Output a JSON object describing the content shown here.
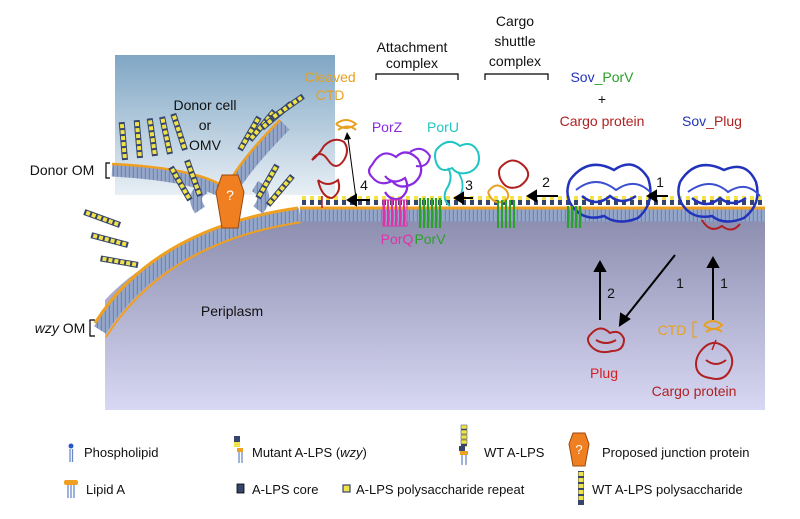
{
  "colors": {
    "membrane": "#7a8fb4",
    "lipid_tail": "#8aa0c8",
    "lipid_head": "#f0a020",
    "lps_repeat": "#f2e24a",
    "lps_core": "#35456c",
    "periplasm_top": "#8e8fb0",
    "periplasm_bottom": "#d8d8f4",
    "donor_top": "#7fa6c4",
    "donor_bottom": "#e6eef4",
    "junction": "#f07f22",
    "sov": "#2233bb",
    "porv": "#2aa02a",
    "cargo": "#b02020",
    "porz": "#8a2be2",
    "poru": "#22c4c4",
    "porq": "#dd33aa",
    "ctd": "#e8a020"
  },
  "labels": {
    "attachment_complex": "Attachment complex",
    "cargo_shuttle_complex": "Cargo shuttle complex",
    "cleaved_ctd": "Cleaved CTD",
    "donor_cell": "Donor cell or OMV",
    "donor_om": "Donor OM",
    "wzy_om_italic": "wzy",
    "wzy_om_rest": " OM",
    "periplasm": "Periplasm",
    "porz": "PorZ",
    "poru": "PorU",
    "porq": "PorQ",
    "porv": "PorV",
    "sov_porv_a": "Sov",
    "sov_porv_b": "_PorV",
    "plus": "+",
    "cargo_protein_top": "Cargo protein",
    "sov_plug_a": "Sov",
    "sov_plug_b": "_Plug",
    "plug": "Plug",
    "ctd": "CTD",
    "cargo_protein_bottom": "Cargo protein",
    "junction_mark": "?",
    "step_1a": "1",
    "step_1b": "1",
    "step_1c": "1",
    "step_2a": "2",
    "step_2b": "2",
    "step_3": "3",
    "step_4": "4"
  },
  "legend": {
    "phospholipid": "Phospholipid",
    "mutant_alps_a": "Mutant A-LPS (",
    "mutant_alps_b": "wzy",
    "mutant_alps_c": ")",
    "wt_alps": "WT A-LPS",
    "junction_protein": "Proposed junction protein",
    "lipid_a": "Lipid A",
    "alps_core": "A-LPS core",
    "alps_repeat": "A-LPS polysaccharide repeat",
    "wt_alps_poly": "WT A-LPS polysaccharide",
    "junction_mark": "?"
  }
}
